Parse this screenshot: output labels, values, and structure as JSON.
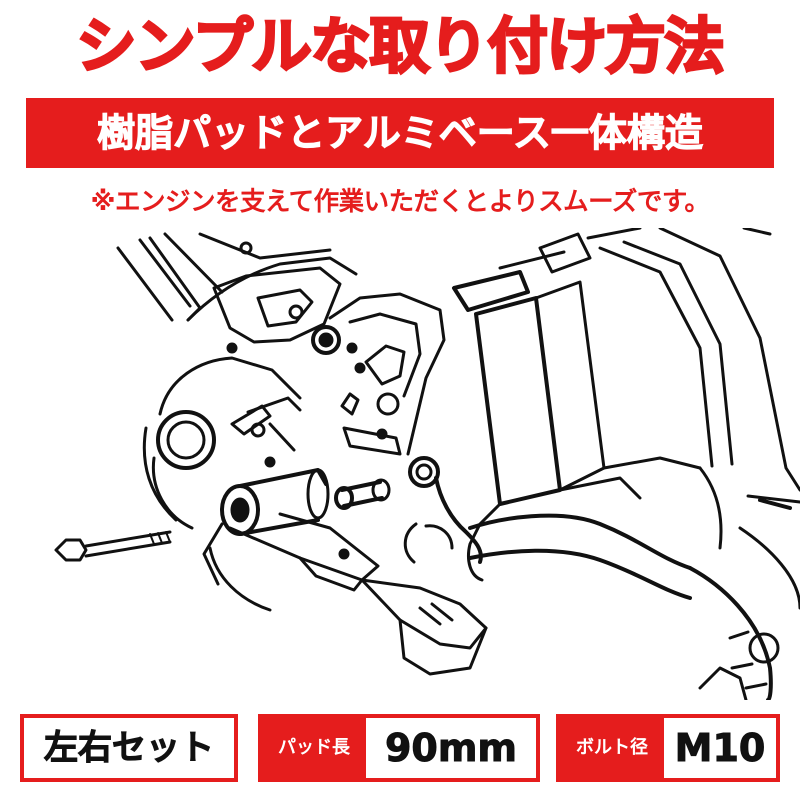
{
  "headline": "シンプルな取り付け方法",
  "banner": "樹脂パッドとアルミベース一体構造",
  "note": "※エンジンを支えて作業いただくとよりスムーズです。",
  "colors": {
    "accent": "#e51d1d",
    "text": "#111111",
    "background": "#ffffff"
  },
  "specs": {
    "set": "左右セット",
    "pad_label": "パッド長",
    "pad_value": "90mm",
    "bolt_label": "ボルト径",
    "bolt_value": "M10"
  }
}
